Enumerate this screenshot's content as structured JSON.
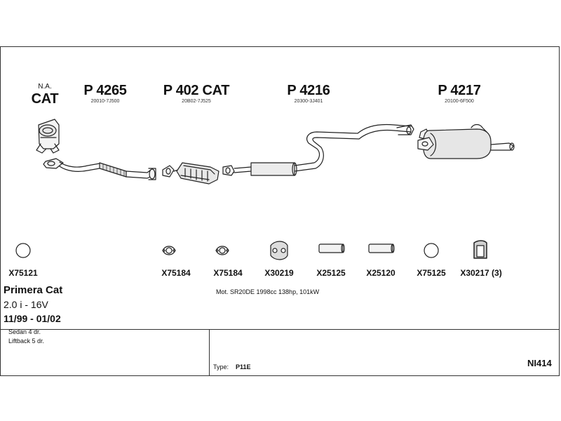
{
  "header": {
    "na": "N.A.",
    "cat": "CAT",
    "parts": [
      {
        "code": "P 4265",
        "ref": "20010-7J500"
      },
      {
        "code": "P 402 CAT",
        "ref": "20B02-7J525"
      },
      {
        "code": "P 4216",
        "ref": "20300-3J401"
      },
      {
        "code": "P 4217",
        "ref": "20100-6F500"
      }
    ]
  },
  "accessories": [
    {
      "code": "X75121"
    },
    {
      "code": "X75184"
    },
    {
      "code": "X75184"
    },
    {
      "code": "X30219"
    },
    {
      "code": "X25125"
    },
    {
      "code": "X25120"
    },
    {
      "code": "X75125"
    },
    {
      "code": "X30217 (3)"
    }
  ],
  "vehicle": {
    "model": "Primera Cat",
    "engine": "2.0 i - 16V",
    "dates": "11/99 - 01/02",
    "body1": "Sedan 4 dr.",
    "body2": "Liftback 5 dr."
  },
  "motor": "Mot. SR20DE 1998cc 138hp, 101kW",
  "type_label": "Type:",
  "type_value": "P11E",
  "code": "NI414"
}
